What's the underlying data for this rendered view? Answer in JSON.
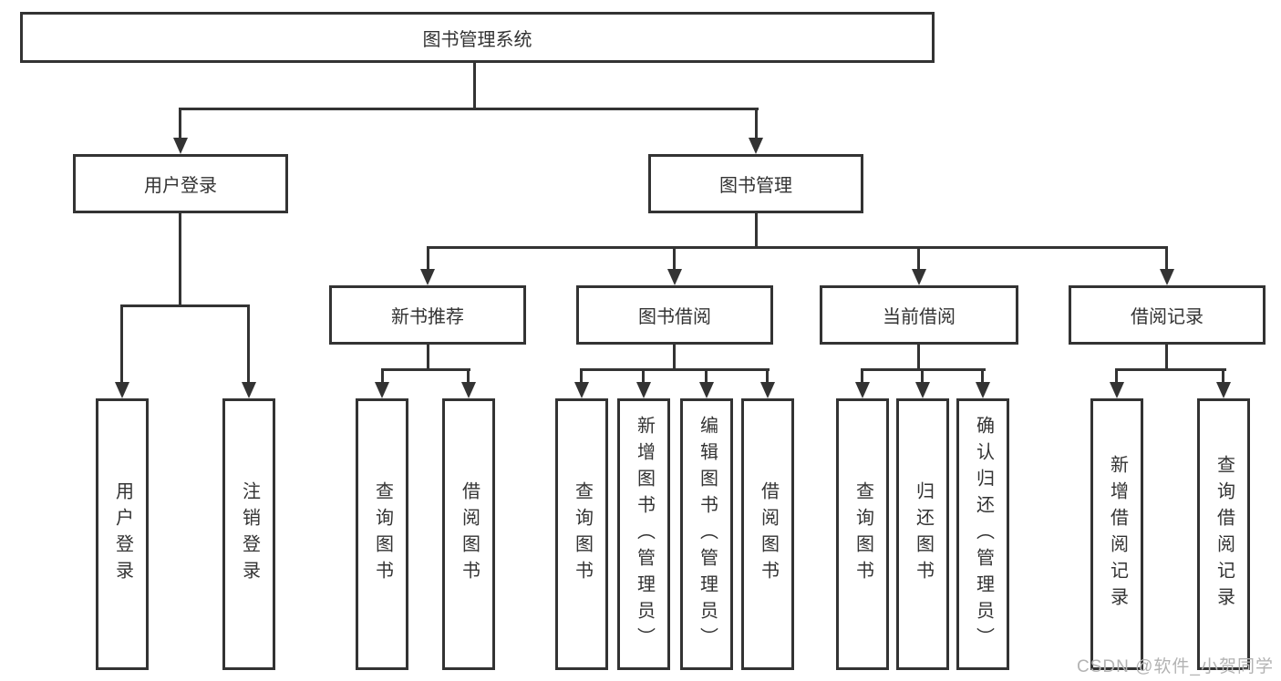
{
  "diagram": {
    "root": {
      "label": "图书管理系统"
    },
    "level2": [
      {
        "label": "用户登录"
      },
      {
        "label": "图书管理"
      }
    ],
    "level3": [
      {
        "label": "新书推荐"
      },
      {
        "label": "图书借阅"
      },
      {
        "label": "当前借阅"
      },
      {
        "label": "借阅记录"
      }
    ],
    "leaves": {
      "user_login": [
        {
          "label": "用户登录"
        },
        {
          "label": "注销登录"
        }
      ],
      "new_books": [
        {
          "label": "查询图书"
        },
        {
          "label": "借阅图书"
        }
      ],
      "book_borrow": [
        {
          "label": "查询图书"
        },
        {
          "label": "新增图书（管理员）"
        },
        {
          "label": "编辑图书（管理员）"
        },
        {
          "label": "借阅图书"
        }
      ],
      "current_borrow": [
        {
          "label": "查询图书"
        },
        {
          "label": "归还图书"
        },
        {
          "label": "确认归还（管理员）"
        }
      ],
      "borrow_records": [
        {
          "label": "新增借阅记录"
        },
        {
          "label": "查询借阅记录"
        }
      ]
    },
    "colors": {
      "line": "#333333",
      "text": "#333333",
      "watermark": "#b3b3b3"
    }
  },
  "watermark": {
    "text": "CSDN @软件_小贺同学"
  }
}
